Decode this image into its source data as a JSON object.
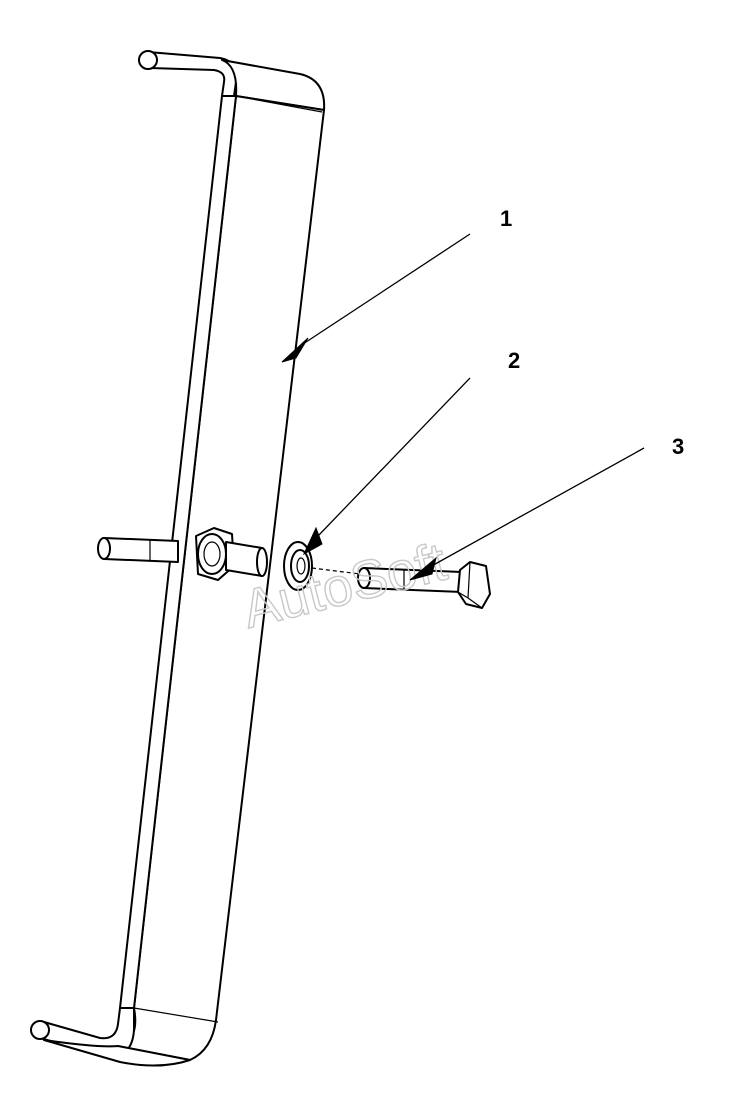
{
  "diagram": {
    "callouts": [
      {
        "id": "1",
        "label": "1"
      },
      {
        "id": "2",
        "label": "2"
      },
      {
        "id": "3",
        "label": "3"
      }
    ],
    "watermark": "AutoSoft",
    "colors": {
      "line": "#000000",
      "background": "#ffffff",
      "watermark": "#c8c8c8"
    }
  }
}
